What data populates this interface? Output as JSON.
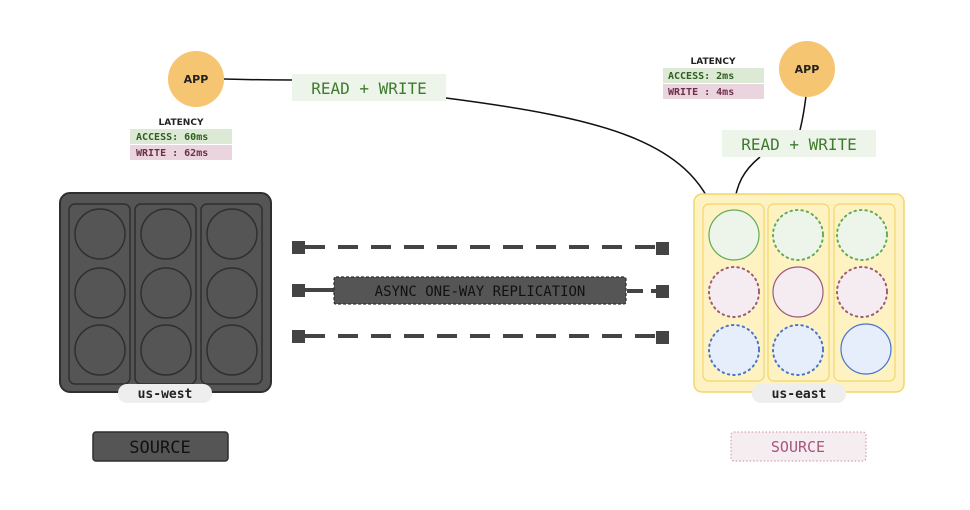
{
  "west": {
    "app_label": "APP",
    "link_label": "READ + WRITE",
    "latency": {
      "title": "LATENCY",
      "access": "ACCESS: 60ms",
      "write": "WRITE : 62ms"
    },
    "region_label": "us-west",
    "role_label": "SOURCE"
  },
  "east": {
    "app_label": "APP",
    "link_label": "READ + WRITE",
    "latency": {
      "title": "LATENCY",
      "access": "ACCESS: 2ms",
      "write": "WRITE : 4ms"
    },
    "region_label": "us-east",
    "role_label": "SOURCE"
  },
  "replication": {
    "label": "ASYNC ONE-WAY REPLICATION"
  },
  "colors": {
    "app_orange": "#f6c571",
    "latency_green_bg": "#dce9d5",
    "latency_green_text": "#2f5e22",
    "latency_pink_bg": "#ead5de",
    "latency_pink_text": "#6c2e48",
    "cluster_dark": "#555555",
    "cluster_border": "#2f2f2f",
    "cluster_yellow": "#fff2c2",
    "cluster_yellow_border": "#f1d66a",
    "node_green": "#edf5ea",
    "node_green_stroke": "#62ac55",
    "node_pink": "#f4ecf0",
    "node_pink_stroke": "#9a5b7a",
    "node_blue": "#e7eefb",
    "node_blue_stroke": "#4a74c9",
    "link_text": "#3f7a2f"
  }
}
